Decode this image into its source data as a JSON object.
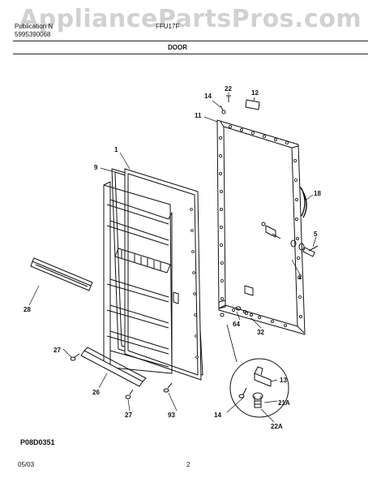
{
  "watermark": "AppliancePartsPros.com",
  "header": {
    "pub_label": "Publication N",
    "pub_number": "5995390068",
    "model": "FFU17F",
    "section_title": "DOOR"
  },
  "diagram": {
    "code": "P08D0351",
    "callouts": [
      "22",
      "12",
      "14",
      "11",
      "1",
      "9",
      "18",
      "5",
      "2",
      "28",
      "64",
      "32",
      "13",
      "27",
      "26",
      "93",
      "27",
      "14",
      "21A",
      "22A"
    ]
  },
  "footer": {
    "date": "05/03",
    "page": "2"
  },
  "colors": {
    "line": "#111111",
    "watermark": "#c9c9c9"
  }
}
